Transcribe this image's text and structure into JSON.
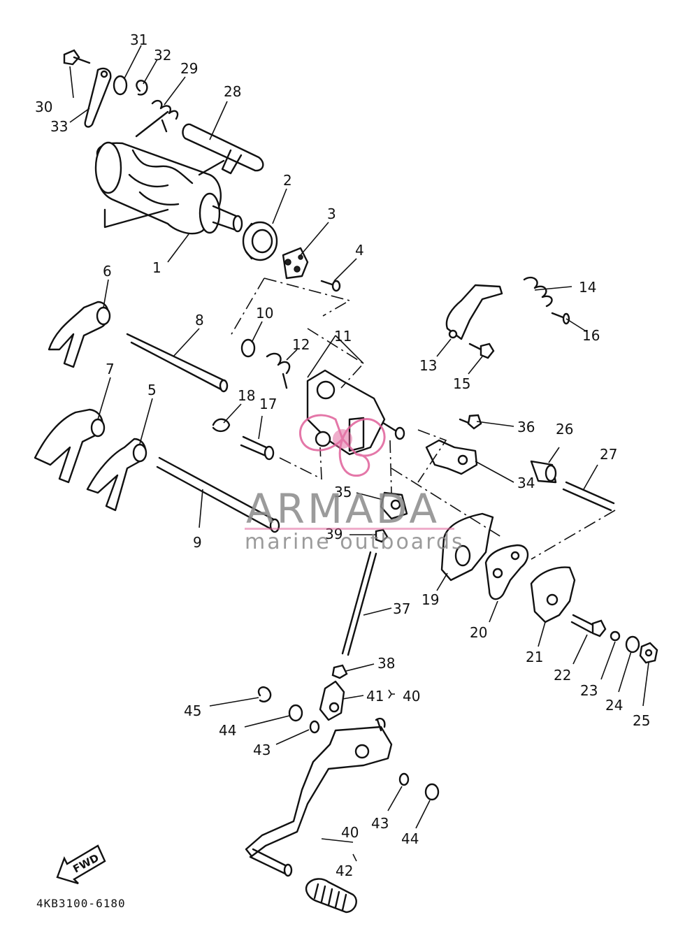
{
  "diagram": {
    "part_code": "4KB3100-6180",
    "direction_marker": "FWD",
    "watermark": {
      "brand": "ARMADA",
      "tagline": "marine outboards",
      "accent_color": "#e0609a",
      "text_color": "#8a8a8a"
    },
    "callouts": {
      "c1": "1",
      "c2": "2",
      "c3": "3",
      "c4": "4",
      "c5": "5",
      "c6": "6",
      "c7": "7",
      "c8": "8",
      "c9": "9",
      "c10": "10",
      "c11": "11",
      "c12": "12",
      "c13": "13",
      "c14": "14",
      "c15": "15",
      "c16": "16",
      "c17": "17",
      "c18": "18",
      "c19": "19",
      "c20": "20",
      "c21": "21",
      "c22": "22",
      "c23": "23",
      "c24": "24",
      "c25": "25",
      "c26": "26",
      "c27": "27",
      "c28": "28",
      "c29": "29",
      "c30": "30",
      "c31": "31",
      "c32": "32",
      "c33": "33",
      "c34": "34",
      "c35": "35",
      "c36": "36",
      "c37": "37",
      "c38": "38",
      "c39": "39",
      "c40a": "40",
      "c40b": "40",
      "c41": "41",
      "c42": "42",
      "c43a": "43",
      "c43b": "43",
      "c44a": "44",
      "c44b": "44",
      "c45": "45"
    }
  }
}
